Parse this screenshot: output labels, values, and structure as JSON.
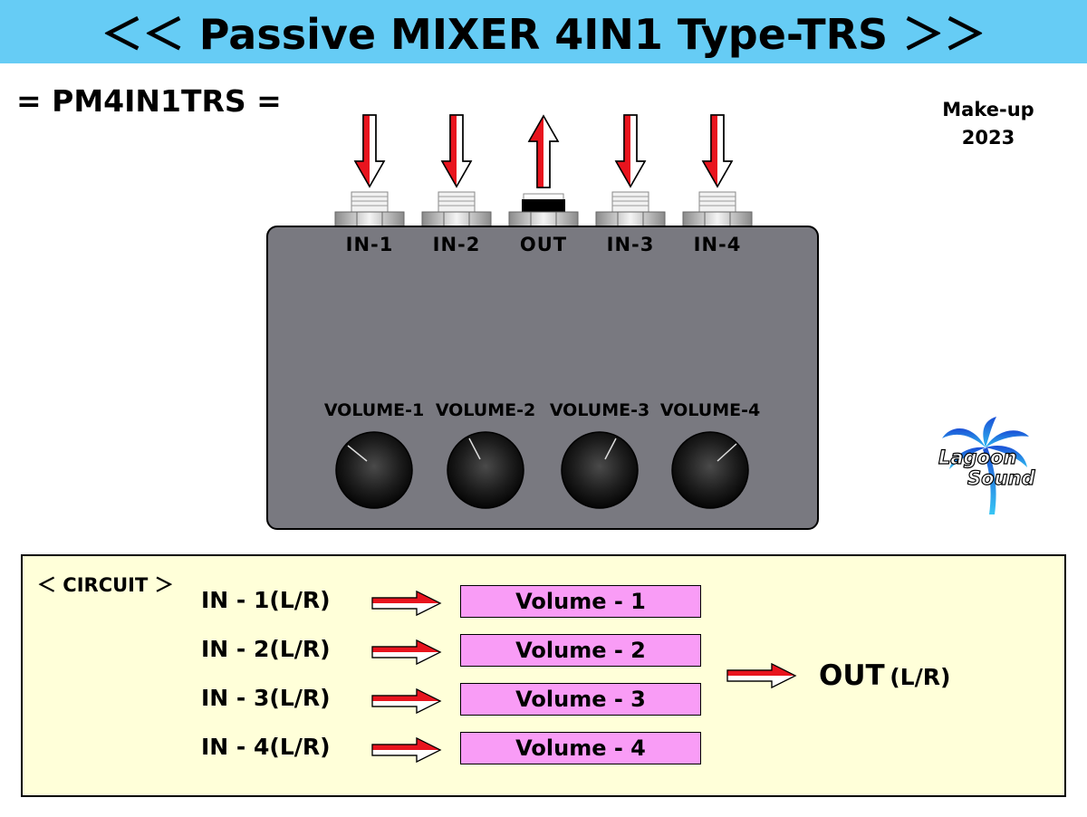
{
  "header": {
    "title": "＜＜ Passive MIXER 4IN1 Type-TRS ＞＞",
    "background": "#66ccf5"
  },
  "model": "= PM4IN1TRS =",
  "makeup": {
    "line1": "Make-up",
    "line2": "2023"
  },
  "jacks": [
    {
      "label": "IN-1",
      "direction": "in"
    },
    {
      "label": "IN-2",
      "direction": "in"
    },
    {
      "label": "OUT",
      "direction": "out"
    },
    {
      "label": "IN-3",
      "direction": "in"
    },
    {
      "label": "IN-4",
      "direction": "in"
    }
  ],
  "knobs": [
    {
      "label": "VOLUME-1"
    },
    {
      "label": "VOLUME-2"
    },
    {
      "label": "VOLUME-3"
    },
    {
      "label": "VOLUME-4"
    }
  ],
  "logo": {
    "line1": "Lagoon",
    "line2": "Sound"
  },
  "circuit": {
    "title": "＜ CIRCUIT ＞",
    "inputs": [
      "IN - 1(L/R)",
      "IN - 2(L/R)",
      "IN - 3(L/R)",
      "IN - 4(L/R)"
    ],
    "volumes": [
      "Volume - 1",
      "Volume - 2",
      "Volume - 3",
      "Volume - 4"
    ],
    "output_main": "OUT",
    "output_sub": "(L/R)"
  },
  "colors": {
    "arrow_red": "#e8141e",
    "pedal_body": "#797980",
    "circuit_bg": "#ffffd9",
    "volume_box": "#f99cf6"
  }
}
